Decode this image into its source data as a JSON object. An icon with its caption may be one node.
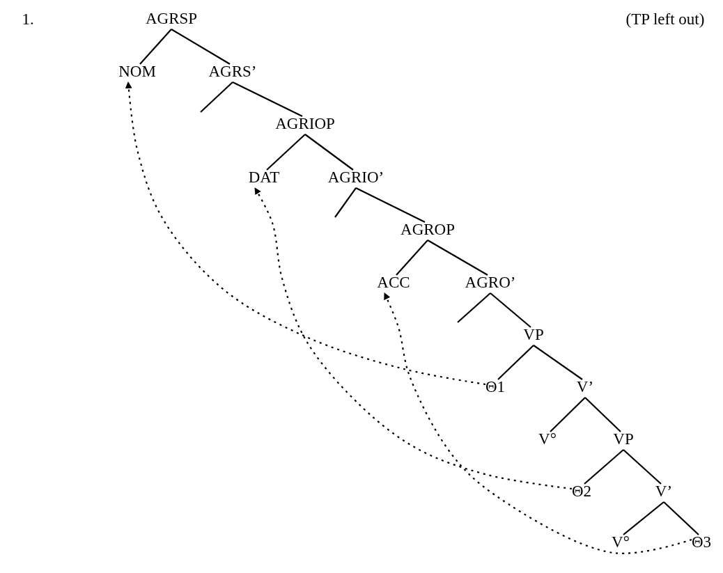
{
  "diagram": {
    "nodes": [
      {
        "text": [
          "AGRSP"
        ]
      },
      {
        "text": [
          "NOM"
        ]
      },
      {
        "text": [
          "AGRS’"
        ]
      },
      {
        "text": [
          "AGRIOP"
        ]
      },
      {
        "text": [
          "DAT"
        ]
      },
      {
        "text": [
          "AGRIO’"
        ]
      },
      {
        "text": [
          "AGROP"
        ]
      },
      {
        "text": [
          "ACC"
        ]
      },
      {
        "text": [
          "AGRO’"
        ]
      },
      {
        "text": [
          "VP"
        ]
      },
      {
        "text": [
          "Θ1"
        ]
      },
      {
        "text": [
          "V’"
        ]
      },
      {
        "text": [
          "V°"
        ]
      },
      {
        "text": [
          "VP"
        ]
      },
      {
        "text": [
          "Θ2"
        ]
      },
      {
        "text": [
          "V’"
        ]
      },
      {
        "text": [
          "V°"
        ]
      },
      {
        "text": [
          "Θ3"
        ]
      }
    ],
    "edges": [
      {
        "from": 0,
        "to": 1,
        "arrow": "none"
      },
      {
        "from": 0,
        "to": 2,
        "arrow": "none"
      },
      {
        "from": 2,
        "to": null,
        "arrow": "none"
      },
      {
        "from": 2,
        "to": 3,
        "arrow": "none"
      },
      {
        "from": 3,
        "to": 4,
        "arrow": "none"
      },
      {
        "from": 3,
        "to": 5,
        "arrow": "none"
      },
      {
        "from": 5,
        "to": null,
        "arrow": "none"
      },
      {
        "from": 5,
        "to": 6,
        "arrow": "none"
      },
      {
        "from": 6,
        "to": 7,
        "arrow": "none"
      },
      {
        "from": 6,
        "to": 8,
        "arrow": "none"
      },
      {
        "from": 8,
        "to": null,
        "arrow": "none"
      },
      {
        "from": 8,
        "to": 9,
        "arrow": "none"
      },
      {
        "from": 9,
        "to": 10,
        "arrow": "none"
      },
      {
        "from": 9,
        "to": 11,
        "arrow": "none"
      },
      {
        "from": 11,
        "to": 12,
        "arrow": "none"
      },
      {
        "from": 11,
        "to": 13,
        "arrow": "none"
      },
      {
        "from": 13,
        "to": 14,
        "arrow": "none"
      },
      {
        "from": 13,
        "to": 15,
        "arrow": "none"
      },
      {
        "from": 15,
        "to": 16,
        "arrow": "none"
      },
      {
        "from": 15,
        "to": 17,
        "arrow": "none"
      },
      {
        "from": 10,
        "to": 1,
        "arrow": "to",
        "style": "dashed"
      },
      {
        "from": 14,
        "to": 4,
        "arrow": "to",
        "style": "dashed"
      },
      {
        "from": 17,
        "to": 7,
        "arrow": "to",
        "style": "dashed"
      }
    ],
    "labels": [
      "1.",
      "(TP left out)"
    ]
  }
}
